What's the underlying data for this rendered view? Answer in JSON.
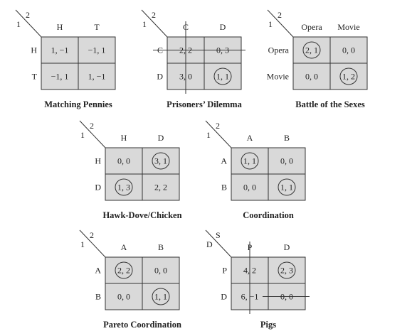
{
  "games": [
    {
      "id": "matching-pennies",
      "title": "Matching Pennies",
      "row_player": "1",
      "col_player": "2",
      "col_labels": [
        "H",
        "T"
      ],
      "row_labels": [
        "H",
        "T"
      ],
      "cells": [
        [
          "1, −1",
          "−1, 1"
        ],
        [
          "−1, 1",
          "1, −1"
        ]
      ],
      "circled": [],
      "struck_rows": [],
      "struck_cols": [],
      "struck_cells": []
    },
    {
      "id": "prisoners-dilemma",
      "title": "Prisoners’ Dilemma",
      "row_player": "1",
      "col_player": "2",
      "col_labels": [
        "C",
        "D"
      ],
      "row_labels": [
        "C",
        "D"
      ],
      "cells": [
        [
          "2, 2",
          "0, 3"
        ],
        [
          "3, 0",
          "1, 1"
        ]
      ],
      "circled": [
        [
          1,
          1
        ]
      ],
      "struck_rows": [
        0
      ],
      "struck_cols": [
        0
      ],
      "struck_cells": []
    },
    {
      "id": "battle-of-the-sexes",
      "title": "Battle of the Sexes",
      "row_player": "1",
      "col_player": "2",
      "col_labels": [
        "Opera",
        "Movie"
      ],
      "row_labels": [
        "Opera",
        "Movie"
      ],
      "cells": [
        [
          "2, 1",
          "0, 0"
        ],
        [
          "0, 0",
          "1, 2"
        ]
      ],
      "circled": [
        [
          0,
          0
        ],
        [
          1,
          1
        ]
      ],
      "struck_rows": [],
      "struck_cols": [],
      "struck_cells": []
    },
    {
      "id": "hawk-dove-chicken",
      "title": "Hawk-Dove/Chicken",
      "row_player": "1",
      "col_player": "2",
      "col_labels": [
        "H",
        "D"
      ],
      "row_labels": [
        "H",
        "D"
      ],
      "cells": [
        [
          "0, 0",
          "3, 1"
        ],
        [
          "1, 3",
          "2, 2"
        ]
      ],
      "circled": [
        [
          0,
          1
        ],
        [
          1,
          0
        ]
      ],
      "struck_rows": [],
      "struck_cols": [],
      "struck_cells": []
    },
    {
      "id": "coordination",
      "title": "Coordination",
      "row_player": "1",
      "col_player": "2",
      "col_labels": [
        "A",
        "B"
      ],
      "row_labels": [
        "A",
        "B"
      ],
      "cells": [
        [
          "1, 1",
          "0, 0"
        ],
        [
          "0, 0",
          "1, 1"
        ]
      ],
      "circled": [
        [
          0,
          0
        ],
        [
          1,
          1
        ]
      ],
      "struck_rows": [],
      "struck_cols": [],
      "struck_cells": []
    },
    {
      "id": "pareto-coordination",
      "title": "Pareto Coordination",
      "row_player": "1",
      "col_player": "2",
      "col_labels": [
        "A",
        "B"
      ],
      "row_labels": [
        "A",
        "B"
      ],
      "cells": [
        [
          "2, 2",
          "0, 0"
        ],
        [
          "0, 0",
          "1, 1"
        ]
      ],
      "circled": [
        [
          0,
          0
        ],
        [
          1,
          1
        ]
      ],
      "struck_rows": [],
      "struck_cols": [],
      "struck_cells": []
    },
    {
      "id": "pigs",
      "title": "Pigs",
      "row_player": "D",
      "col_player": "S",
      "col_labels": [
        "P",
        "D"
      ],
      "row_labels": [
        "P",
        "D"
      ],
      "cells": [
        [
          "4, 2",
          "2, 3"
        ],
        [
          "6, −1",
          "0, 0"
        ]
      ],
      "circled": [
        [
          0,
          1
        ]
      ],
      "struck_rows": [],
      "struck_cols": [
        0
      ],
      "struck_cells": [
        [
          1,
          1
        ]
      ]
    }
  ]
}
